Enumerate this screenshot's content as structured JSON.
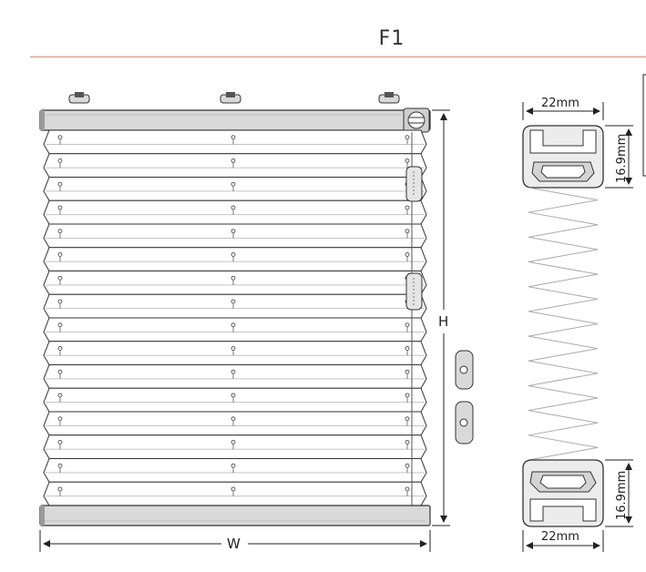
{
  "figure": {
    "title": "F1",
    "accent_color": "#e8836f"
  },
  "blind_front_view": {
    "width_label": "W",
    "height_label": "H",
    "pleat_count": 16,
    "clips": [
      "top-clip-left",
      "top-clip-middle",
      "top-clip-right"
    ]
  },
  "profile_side_view": {
    "top_width_label": "22mm",
    "top_height_label": "16.9mm",
    "bottom_width_label": "22mm",
    "bottom_height_label": "16.9mm",
    "zigzag_count": 22
  },
  "colors": {
    "rail_fill": "#d9d9d9",
    "pleat_fill": "#ffffff",
    "outline": "#333333",
    "cord": "#555555"
  }
}
